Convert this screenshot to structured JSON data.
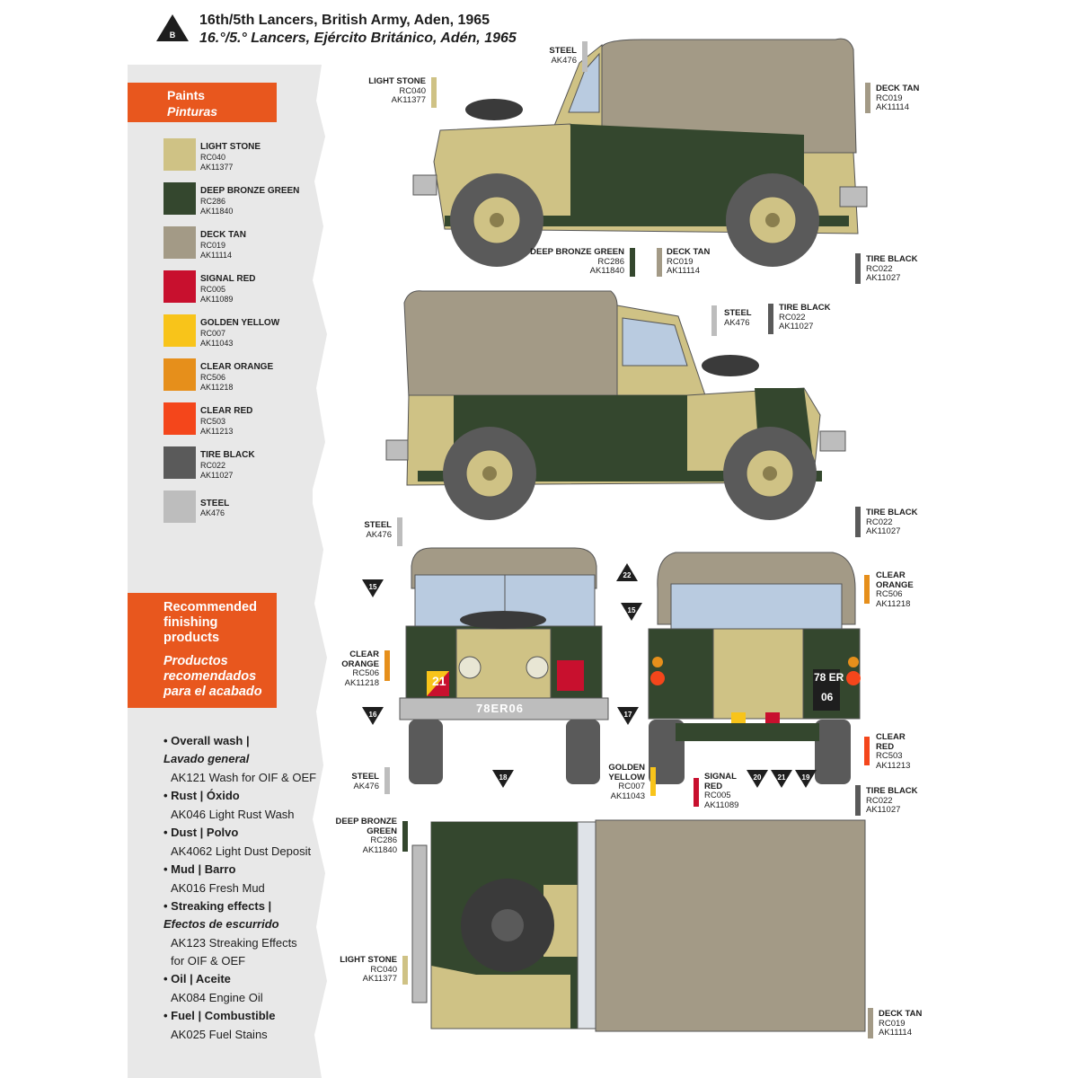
{
  "header": {
    "badge": "B",
    "title_en": "16th/5th Lancers, British Army, Aden, 1965",
    "title_es": "16.°/5.° Lancers, Ejército Británico, Adén, 1965"
  },
  "paints": {
    "title_en": "Paints",
    "title_es": "Pinturas",
    "items": [
      {
        "name": "LIGHT STONE",
        "rc": "RC040",
        "ak": "AK11377",
        "color": "#cfc285"
      },
      {
        "name": "DEEP BRONZE GREEN",
        "rc": "RC286",
        "ak": "AK11840",
        "color": "#34472e"
      },
      {
        "name": "DECK TAN",
        "rc": "RC019",
        "ak": "AK11114",
        "color": "#a39a86"
      },
      {
        "name": "SIGNAL RED",
        "rc": "RC005",
        "ak": "AK11089",
        "color": "#c8102e"
      },
      {
        "name": "GOLDEN YELLOW",
        "rc": "RC007",
        "ak": "AK11043",
        "color": "#f8c41a"
      },
      {
        "name": "CLEAR ORANGE",
        "rc": "RC506",
        "ak": "AK11218",
        "color": "#e68f1b"
      },
      {
        "name": "CLEAR RED",
        "rc": "RC503",
        "ak": "AK11213",
        "color": "#f4461b"
      },
      {
        "name": "TIRE BLACK",
        "rc": "RC022",
        "ak": "AK11027",
        "color": "#5a5a5a"
      },
      {
        "name": "STEEL",
        "rc": "",
        "ak": "AK476",
        "color": "#bdbdbd"
      }
    ]
  },
  "finishing": {
    "title_en": "Recommended finishing products",
    "title_es": "Productos recomendados para el acabado",
    "lines": [
      {
        "t": "• Overall wash |",
        "s": "b"
      },
      {
        "t": "Lavado general",
        "s": "i"
      },
      {
        "t": "AK121 Wash for OIF & OEF",
        "s": "p"
      },
      {
        "t": "• Rust | Óxido",
        "s": "b"
      },
      {
        "t": "AK046 Light Rust Wash",
        "s": "p"
      },
      {
        "t": "• Dust | Polvo",
        "s": "b"
      },
      {
        "t": "AK4062 Light Dust Deposit",
        "s": "p"
      },
      {
        "t": "• Mud | Barro",
        "s": "b"
      },
      {
        "t": "AK016 Fresh Mud",
        "s": "p"
      },
      {
        "t": "• Streaking effects |",
        "s": "b"
      },
      {
        "t": "Efectos de escurrido",
        "s": "i"
      },
      {
        "t": "AK123 Streaking Effects",
        "s": "p"
      },
      {
        "t": "for OIF & OEF",
        "s": "p"
      },
      {
        "t": "• Oil | Aceite",
        "s": "b"
      },
      {
        "t": "AK084 Engine Oil",
        "s": "p"
      },
      {
        "t": "• Fuel | Combustible",
        "s": "b"
      },
      {
        "t": "AK025 Fuel Stains",
        "s": "p"
      }
    ]
  },
  "callouts": {
    "v1_light_stone": {
      "name": "LIGHT STONE",
      "c1": "RC040",
      "c2": "AK11377"
    },
    "v1_steel": {
      "name": "STEEL",
      "c1": "AK476"
    },
    "v1_deck_tan": {
      "name": "DECK TAN",
      "c1": "RC019",
      "c2": "AK11114"
    },
    "v1_dbg": {
      "name": "DEEP BRONZE GREEN",
      "c1": "RC286",
      "c2": "AK11840"
    },
    "v1_deck_tan2": {
      "name": "DECK TAN",
      "c1": "RC019",
      "c2": "AK11114"
    },
    "v1_tire": {
      "name": "TIRE BLACK",
      "c1": "RC022",
      "c2": "AK11027"
    },
    "v2_steel": {
      "name": "STEEL",
      "c1": "AK476"
    },
    "v2_tire": {
      "name": "TIRE BLACK",
      "c1": "RC022",
      "c2": "AK11027"
    },
    "v2_tire2": {
      "name": "TIRE BLACK",
      "c1": "RC022",
      "c2": "AK11027"
    },
    "f_steel": {
      "name": "STEEL",
      "c1": "AK476"
    },
    "f_clear_orange": {
      "name": "CLEAR ORANGE",
      "c1": "RC506",
      "c2": "AK11218"
    },
    "f_steel2": {
      "name": "STEEL",
      "c1": "AK476"
    },
    "r_clear_orange": {
      "name": "CLEAR ORANGE",
      "c1": "RC506",
      "c2": "AK11218"
    },
    "r_clear_red": {
      "name": "CLEAR RED",
      "c1": "RC503",
      "c2": "AK11213"
    },
    "r_golden": {
      "name": "GOLDEN YELLOW",
      "c1": "RC007",
      "c2": "AK11043"
    },
    "r_signal": {
      "name": "SIGNAL RED",
      "c1": "RC005",
      "c2": "AK11089"
    },
    "r_tire": {
      "name": "TIRE BLACK",
      "c1": "RC022",
      "c2": "AK11027"
    },
    "t_dbg": {
      "name": "DEEP BRONZE GREEN",
      "c1": "RC286",
      "c2": "AK11840"
    },
    "t_light_stone": {
      "name": "LIGHT STONE",
      "c1": "RC040",
      "c2": "AK11377"
    },
    "t_deck_tan": {
      "name": "DECK TAN",
      "c1": "RC019",
      "c2": "AK11114"
    }
  },
  "markers": [
    "15",
    "22",
    "15",
    "16",
    "17",
    "18",
    "20",
    "21",
    "19"
  ],
  "plates": {
    "front": "78ER06",
    "rear_1": "78 ER",
    "rear_2": "06",
    "unit_number": "21"
  }
}
